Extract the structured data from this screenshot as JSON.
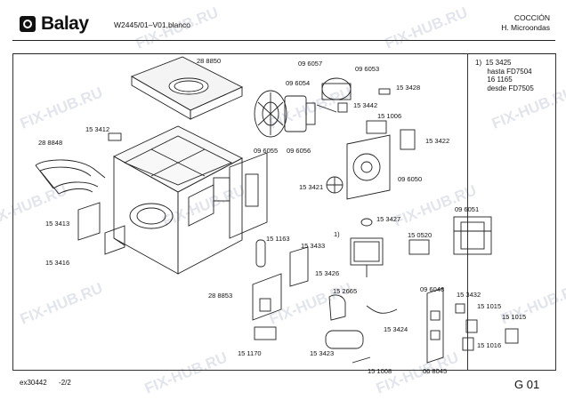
{
  "header": {
    "brand": "Balay",
    "model": "W2445/01–V01,blanco",
    "category_line1": "COCCIÓN",
    "category_line2": "H. Microondas"
  },
  "notes": {
    "text": "1)  15 3425\n      hasta FD7504\n      16 1165\n      desde FD7505"
  },
  "parts": {
    "p288850": "28 8850",
    "p096057": "09 6057",
    "p096053": "09 6053",
    "p096054": "09 6054",
    "p153428": "15 3428",
    "p153442": "15 3442",
    "p153412": "15 3412",
    "p288848": "28 8848",
    "p151006": "15 1006",
    "p153422": "15 3422",
    "p096055": "09 6055",
    "p096056": "09 6056",
    "p096050": "09 6050",
    "p153421": "15 3421",
    "p153427": "15 3427",
    "p096051": "09 6051",
    "p153413": "15 3413",
    "p151163": "15 1163",
    "p153433": "15 3433",
    "p1": "1)",
    "p150520": "15 0520",
    "p153416": "15 3416",
    "p153426": "15 3426",
    "p288853": "28 8853",
    "p152665": "15 2665",
    "p096048": "09 6048",
    "p153432": "15 3432",
    "p151015a": "15 1015",
    "p151015b": "15 1015",
    "p153424": "15 3424",
    "p151016": "15 1016",
    "p151170": "15 1170",
    "p153423": "15 3423",
    "p151008": "15 1008",
    "p068045": "06 8045"
  },
  "footer": {
    "code": "ex30442",
    "page": "-2/2",
    "group": "G 01"
  },
  "watermark": "FIX-HUB.RU"
}
